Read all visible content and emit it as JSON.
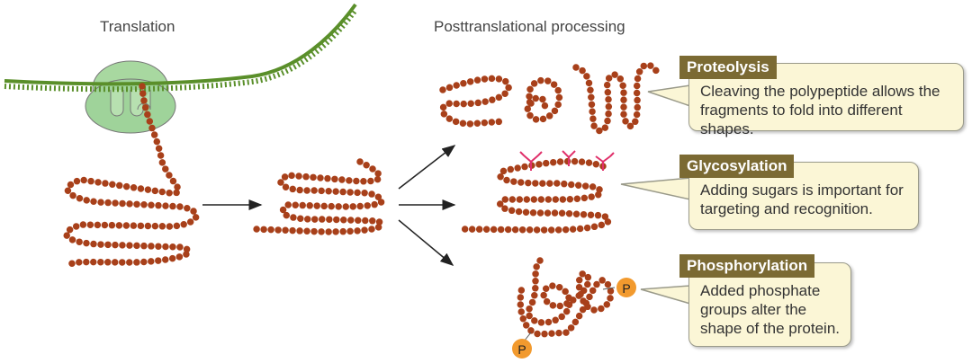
{
  "labels": {
    "translation": "Translation",
    "posttranslational": "Posttranslational processing"
  },
  "callouts": [
    {
      "title": "Proteolysis",
      "text": "Cleaving the polypeptide allows the fragments to fold into different shapes."
    },
    {
      "title": "Glycosylation",
      "text": "Adding sugars is important for targeting and recognition."
    },
    {
      "title": "Phosphorylation",
      "text": "Added phosphate groups alter the shape of the protein."
    }
  ],
  "phosphate_label": "P",
  "colors": {
    "mrna": "#5a8f2a",
    "ribosome": "#9fd39a",
    "bead": "#a8401a",
    "sugar": "#e0306a",
    "phosphate": "#f29a2e",
    "header": "#7b6a33",
    "box": "#fbf6d6"
  }
}
